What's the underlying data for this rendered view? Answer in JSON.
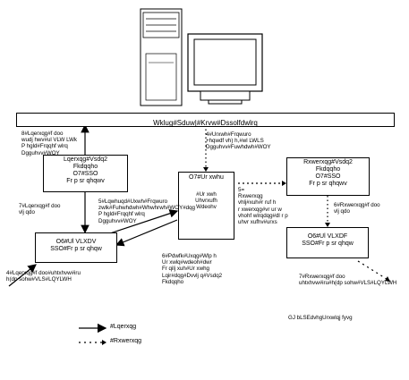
{
  "top_bar": {
    "label": "Wklug#Sduw|#Krvw#Dssolfdwlrq"
  },
  "center_db": {
    "lines": [
      "O7#Ur xwhu",
      "#Ur xwh",
      "Uhvrxufh",
      "Wdeohv"
    ]
  },
  "left_box": {
    "lines": [
      "Lqerxqg#Vsdq2",
      "Fkdqqho",
      "O7#SSO",
      "Fr p sr qhqwv"
    ]
  },
  "right_box": {
    "lines": [
      "Rxwerxqg#Vsdq2",
      "Fkdqqho",
      "O7#SSO",
      "Fr p sr qhqwv"
    ]
  },
  "left_adapter": {
    "lines": [
      "O6#Ul VLXDV",
      "SSO#Fr p sr qhqw"
    ]
  },
  "right_adapter": {
    "lines": [
      "O6#Ul VLXDF",
      "SSO#Fr p sr qhqw"
    ]
  },
  "labels": {
    "l8": [
      "8#Lqerxqg#f doo",
      "wudj hwv#ul VLW LWk",
      "P hgld#Frqqhf wlrq",
      "Dgguhvv#WOY"
    ],
    "l4": [
      "4#Urxwh#Frqwuro",
      "+hqwdf vh) h,#wl LWLS",
      "Dgguhvv#Fuwhdwh#WOY"
    ],
    "l7left": [
      "7#Lqerxqg#f doo",
      "vlj qdo"
    ],
    "l5left": [
      "5#Lqwhuqd#Uxwh#Frqwuro",
      "zwlk#Fuhwhdwh#Whwhrwh#WOY#dqg",
      "P hgld#Frqqhf wlrq",
      "Dgguhvv#WOY"
    ],
    "l5right": [
      "5=",
      "Rxwerxqg",
      "vhlj#xuh#r ruf h",
      "r xwerxqg#vr ur w",
      "vhohf wlrqdqg#dl r p",
      "uhvr xufhv#urxs"
    ],
    "l6right": [
      "6#Rxwerxqg#f doo",
      "vlj qdo"
    ],
    "l6bottom": [
      "6#Pdwfk#Uxqg#Wlp h",
      "Ur xwlq#wdeoh#dwr",
      "Fr qilj xuh#Ur xwhg",
      "Lqir#dqg#Dvvlj q#Vsdq2",
      "Fkdqqho"
    ],
    "l1left": [
      "4#Lqerxqg#f doo#uhtxhvw#iru",
      "h(dp sohw#VLS#LQYLWH"
    ],
    "l7right": [
      "7#Rxwerxqg#f doo",
      "uhtxhvw#iru#h(dp sohw#VLS#LQYLWH"
    ],
    "gj": [
      "GJ bLSEdvhgUrxwlqj fyvg"
    ]
  },
  "legend": {
    "inbound": "#Lqerxqg",
    "outbound": "#Rxwerxqg"
  }
}
